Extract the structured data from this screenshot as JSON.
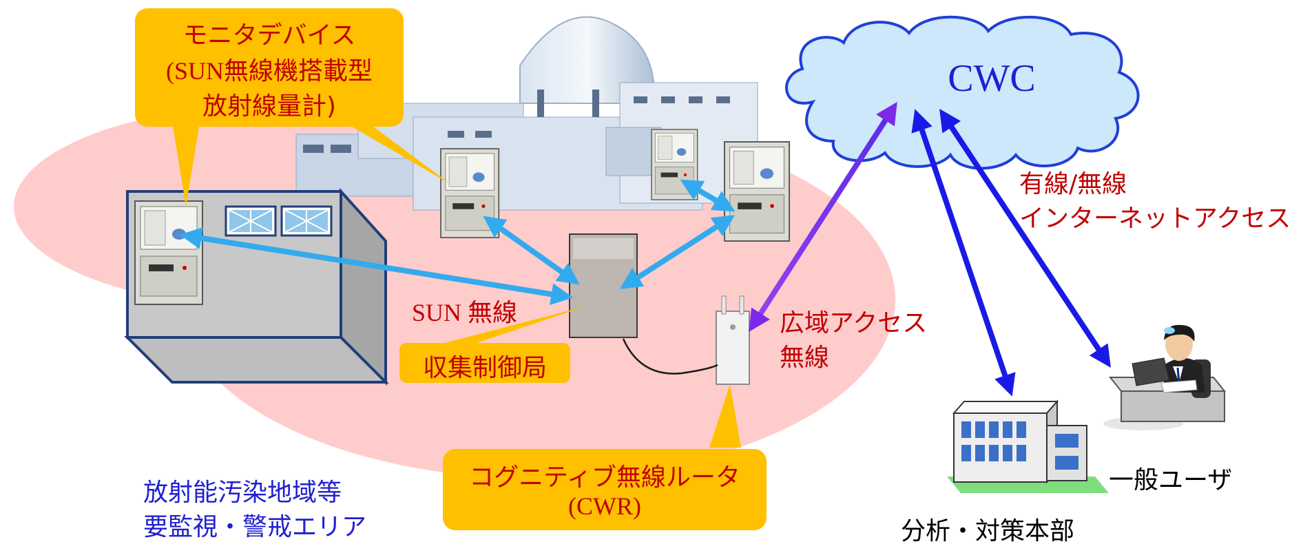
{
  "callouts": {
    "monitor_device": {
      "line1": "モニタデバイス",
      "line2": "(SUN無線機搭載型",
      "line3": "放射線量計)"
    },
    "collector": "収集制御局",
    "router": {
      "line1": "コグニティブ無線ルータ",
      "line2": "(CWR)"
    }
  },
  "cloud": {
    "label": "CWC"
  },
  "labels": {
    "sun_radio": "SUN 無線",
    "wide_area": {
      "line1": "広域アクセス",
      "line2": "無線"
    },
    "internet": {
      "line1": "有線/無線",
      "line2": "インターネットアクセス"
    },
    "area": {
      "line1": "放射能汚染地域等",
      "line2": "要監視・警戒エリア"
    },
    "hq": "分析・対策本部",
    "user": "一般ユーザ"
  },
  "colors": {
    "callout_fill": "#ffc000",
    "label_red": "#c00000",
    "label_blue": "#1f1fd1",
    "zone_pink": "#ffcccc",
    "cloud_fill": "#cce8fa",
    "cloud_edge": "#1f3fd8",
    "link_sun": "#33aaee",
    "link_wide": "#7b2be8",
    "link_internet": "#1a1ae6"
  }
}
